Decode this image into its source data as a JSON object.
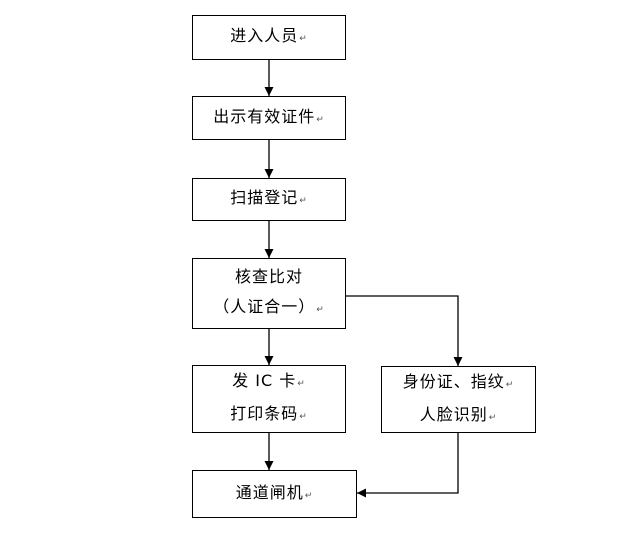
{
  "flow": {
    "step1": {
      "text": "进入人员",
      "mark": "↵"
    },
    "step2": {
      "text": "出示有效证件",
      "mark": "↵"
    },
    "step3": {
      "text": "扫描登记",
      "mark": "↵"
    },
    "step4": {
      "line1": "核查比对",
      "line2": "（人证合一）",
      "mark": "↵"
    },
    "step5": {
      "line1": "发 IC 卡",
      "line2": "打印条码",
      "mark": "↵"
    },
    "step6": {
      "line1": "身份证、指纹",
      "line2": "人脸识别",
      "mark": "↵"
    },
    "step7": {
      "text": "通道闸机",
      "mark": "↵"
    }
  }
}
